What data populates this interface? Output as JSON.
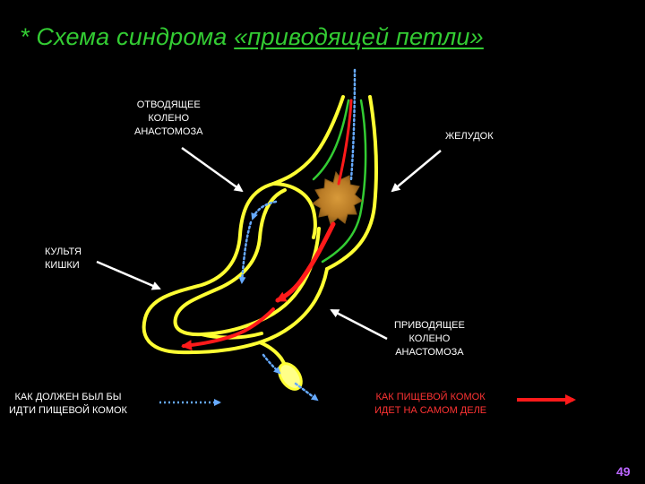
{
  "title": {
    "prefix": "* ",
    "main": "Схема синдрома ",
    "underlined": "«приводящей петли»"
  },
  "labels": {
    "efferent_limb": [
      "ОТВОДЯЩЕЕ",
      "КОЛЕНО",
      "АНАСТОМОЗА"
    ],
    "stomach": "ЖЕЛУДОК",
    "stump": [
      "КУЛЬТЯ",
      "КИШКИ"
    ],
    "afferent_limb": [
      "ПРИВОДЯЩЕЕ",
      "КОЛЕНО",
      "АНАСТОМОЗА"
    ]
  },
  "legend": {
    "expected": [
      "КАК ДОЛЖЕН БЫЛ БЫ",
      "ИДТИ ПИЩЕВОЙ КОМОК"
    ],
    "actual": [
      "КАК ПИЩЕВОЙ КОМОК",
      "ИДЕТ НА САМОМ ДЕЛЕ"
    ]
  },
  "page_number": "49",
  "colors": {
    "background": "#000000",
    "title": "#33cc33",
    "intestine_outline": "#ffff33",
    "stomach_inner": "#33cc33",
    "actual_path": "#ff1a1a",
    "expected_path": "#66aaff",
    "tumor": "#c8862b",
    "page_number": "#bb66ff"
  }
}
